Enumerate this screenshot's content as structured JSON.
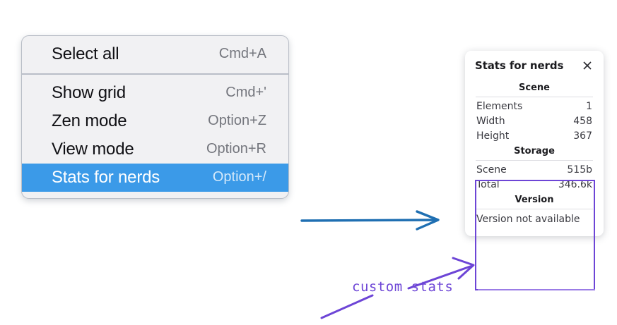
{
  "colors": {
    "menu_background": "#f1f1f3",
    "menu_border": "#b9bec7",
    "menu_selected": "#3b9ae8",
    "menu_text": "#101014",
    "menu_shortcut_text": "#74767d",
    "panel_background": "#ffffff",
    "annotation_purple": "#6d45d6",
    "annotation_blue": "#1f6fb2",
    "page_background": "#ffffff"
  },
  "context_menu": {
    "groups": [
      {
        "items": [
          {
            "label": "Select all",
            "shortcut": "Cmd+A",
            "selected": false
          }
        ]
      },
      {
        "items": [
          {
            "label": "Show grid",
            "shortcut": "Cmd+'",
            "selected": false
          },
          {
            "label": "Zen mode",
            "shortcut": "Option+Z",
            "selected": false
          },
          {
            "label": "View mode",
            "shortcut": "Option+R",
            "selected": false
          },
          {
            "label": "Stats for nerds",
            "shortcut": "Option+/",
            "selected": true
          }
        ]
      }
    ]
  },
  "stats_panel": {
    "title": "Stats for nerds",
    "close_icon": "close-icon",
    "sections": [
      {
        "name": "Scene",
        "rows": [
          {
            "label": "Elements",
            "value": "1"
          },
          {
            "label": "Width",
            "value": "458"
          },
          {
            "label": "Height",
            "value": "367"
          }
        ]
      },
      {
        "name": "Storage",
        "rows": [
          {
            "label": "Scene",
            "value": "515b"
          },
          {
            "label": "Total",
            "value": "346.6k"
          }
        ]
      },
      {
        "name": "Version",
        "note": "Version not available",
        "rows": []
      }
    ]
  },
  "annotations": {
    "custom_stats_label": "custom stats",
    "blue_arrow": "arrow-right-icon",
    "purple_arrow": "arrow-up-right-icon",
    "purple_underline": "underline-stroke-icon"
  }
}
